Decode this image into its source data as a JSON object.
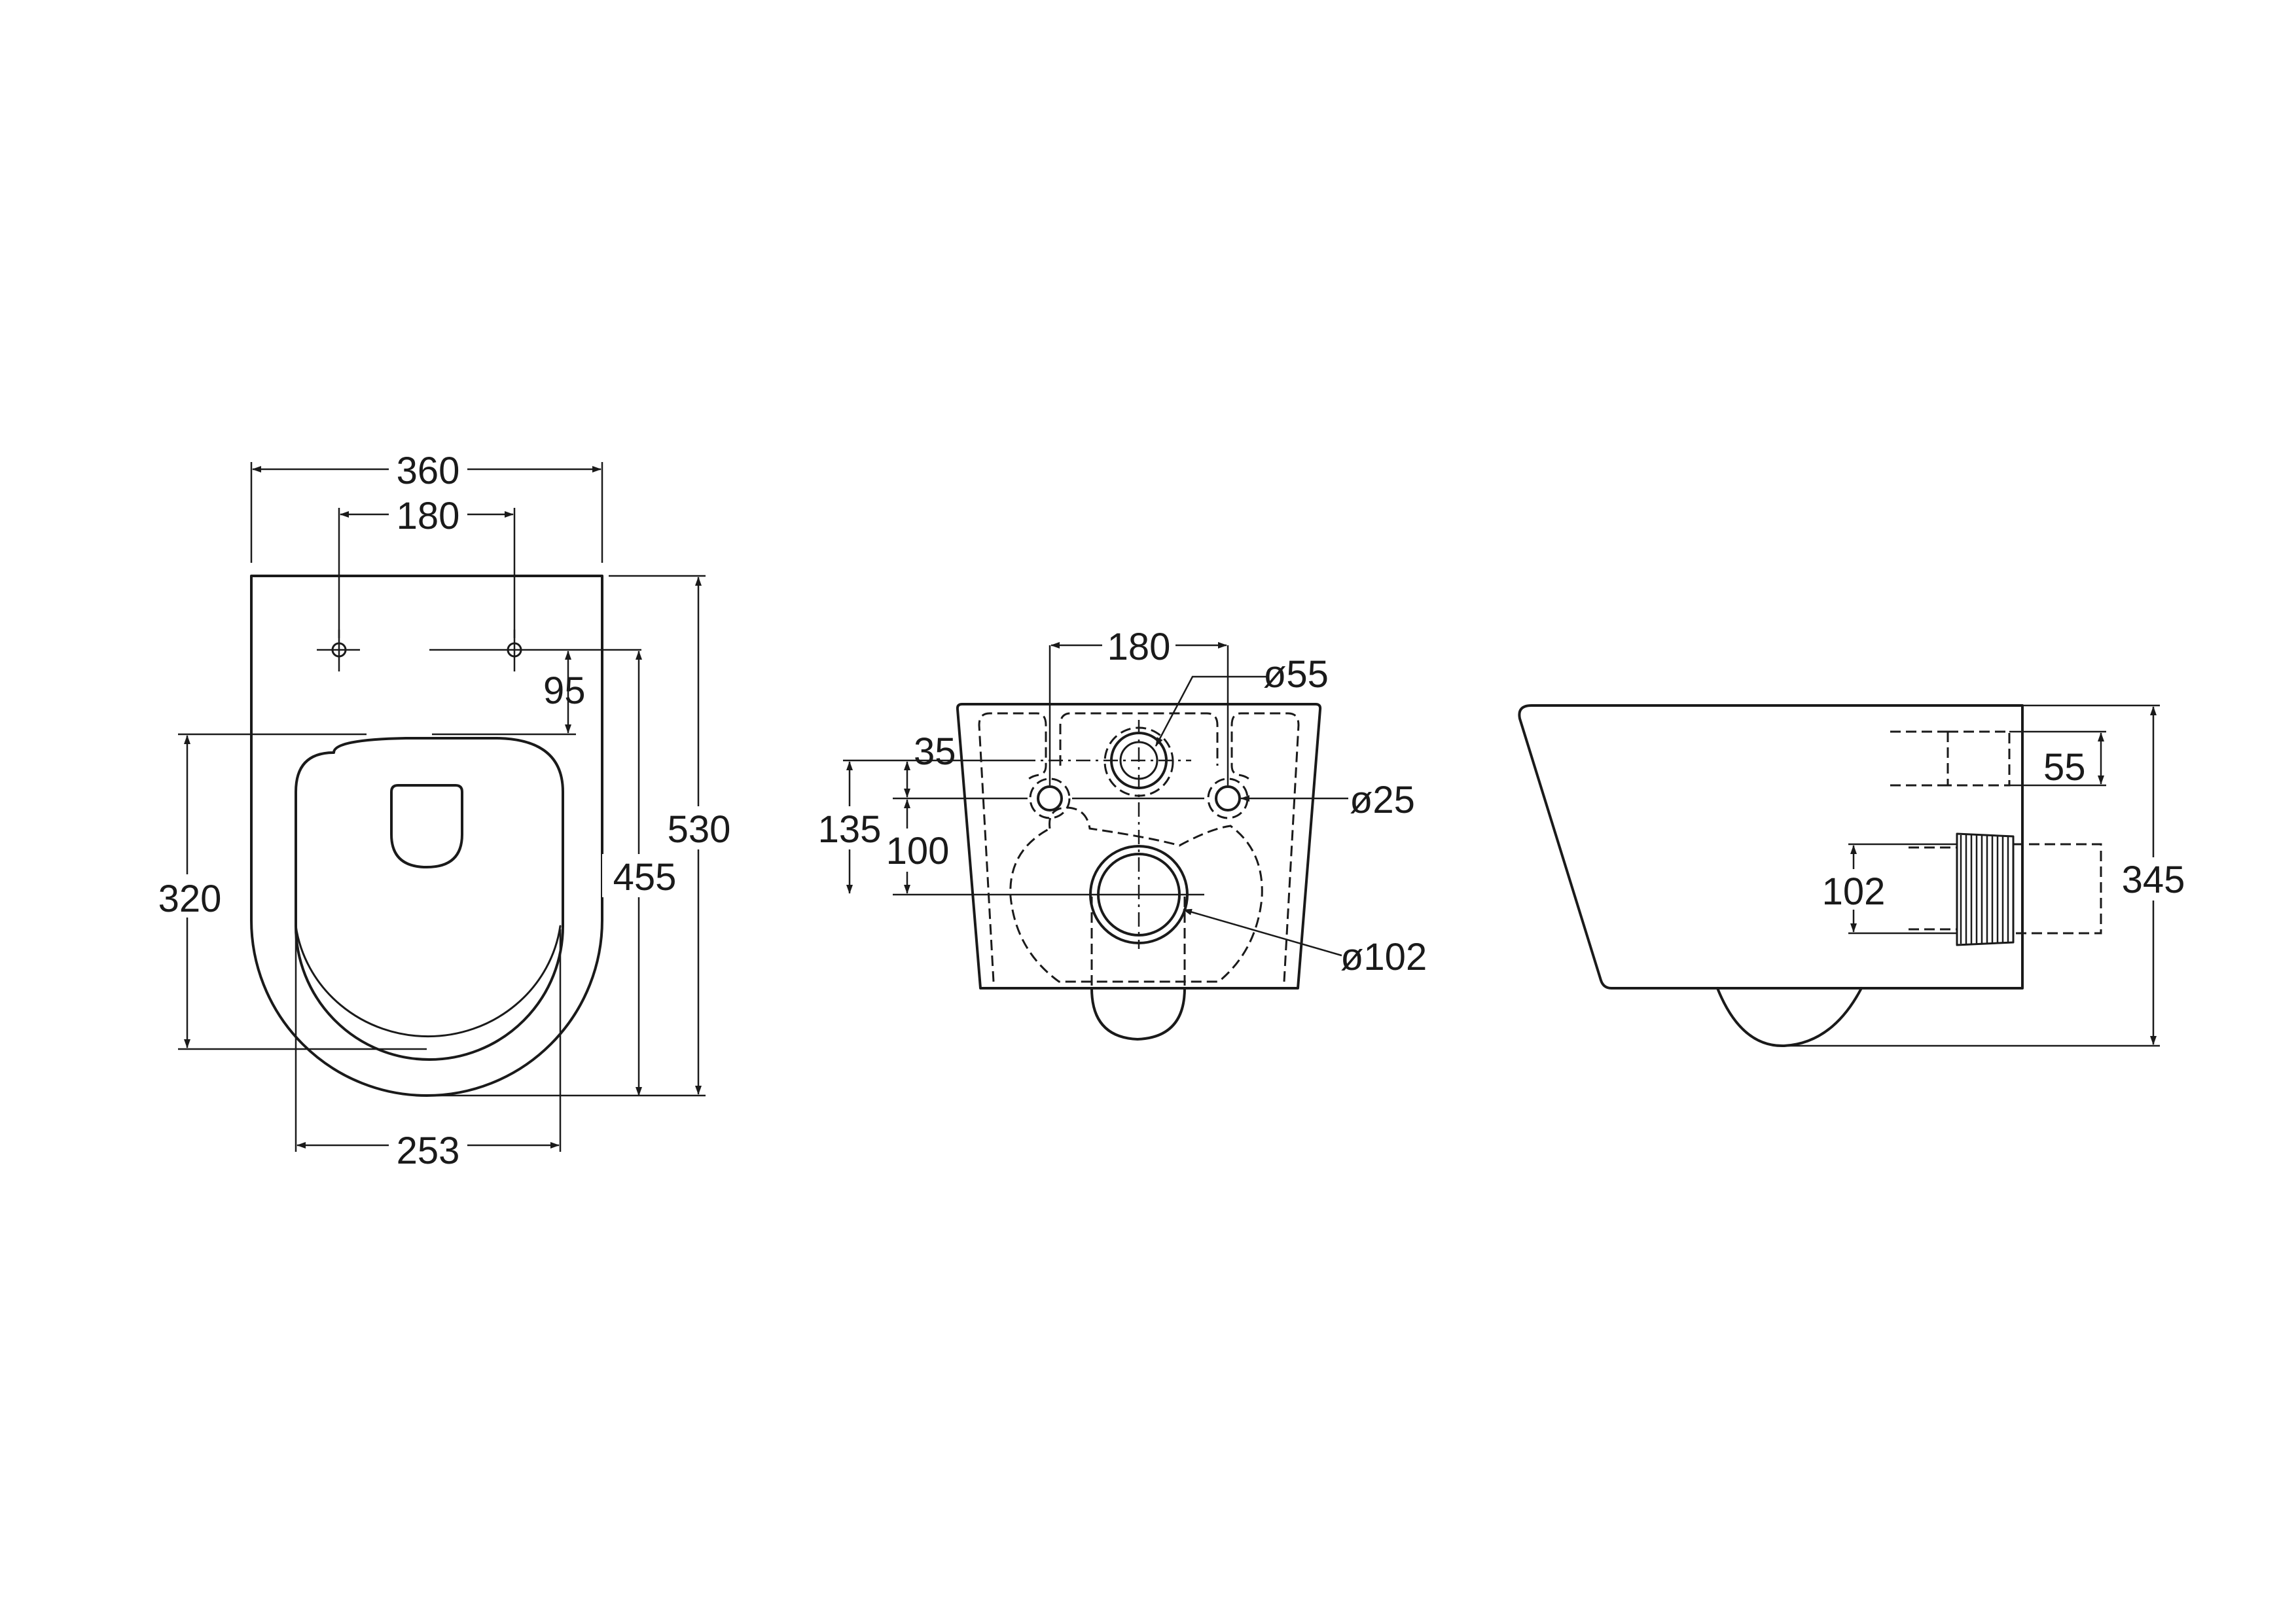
{
  "colors": {
    "line": "#1a1a1a",
    "background": "#ffffff"
  },
  "views": {
    "top": {
      "dims": {
        "overall_width": "360",
        "fixing_centres": "180",
        "fixing_to_seat": "95",
        "seat_length": "320",
        "fixing_to_front": "455",
        "overall_length": "530",
        "seat_width": "253"
      }
    },
    "rear": {
      "dims": {
        "fixing_centres": "180",
        "inlet_dia": "ø55",
        "inlet_offset": "35",
        "fixing_hole_dia": "ø25",
        "outlet_height": "135",
        "fixing_to_outlet": "100",
        "outlet_dia": "ø102"
      }
    },
    "side": {
      "dims": {
        "inlet_height": "55",
        "outlet_dia": "102",
        "overall_height": "345"
      }
    }
  }
}
